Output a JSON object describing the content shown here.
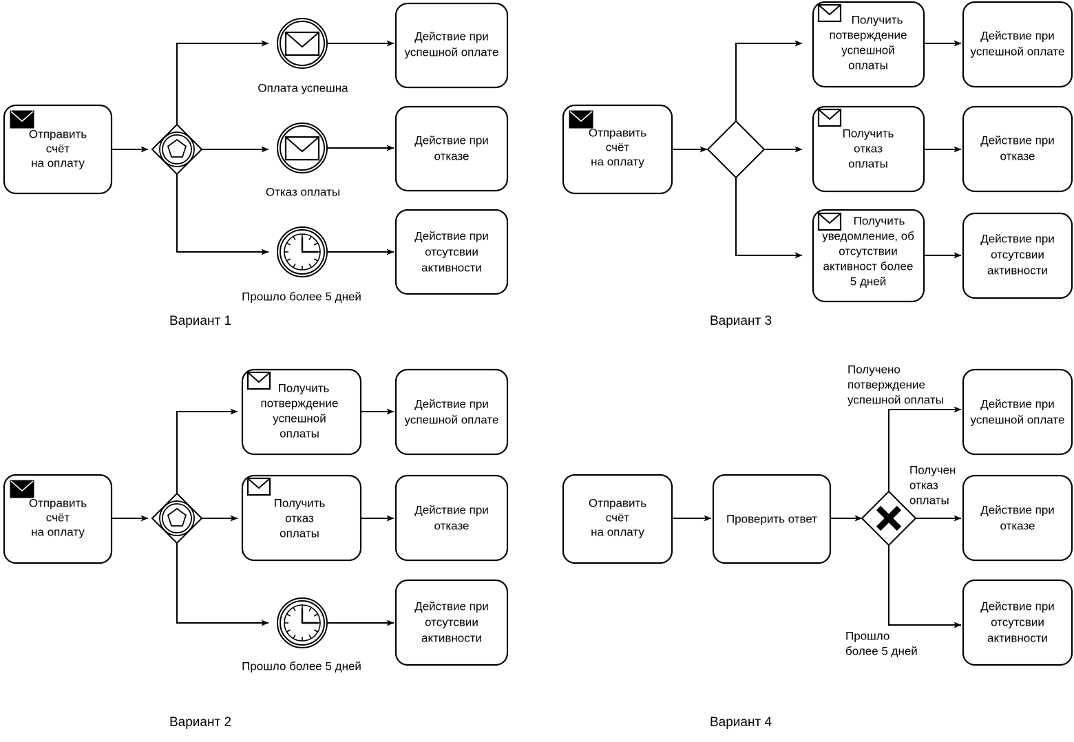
{
  "meta": {
    "title": "BPMN Варианты обработки оплаты счёта",
    "background": "#ffffff",
    "line_color": "#000000"
  },
  "labels": {
    "variant1": "Вариант 1",
    "variant2": "Вариант 2",
    "variant3": "Вариант 3",
    "variant4": "Вариант 4"
  },
  "common": {
    "send_invoice": [
      "Отправить",
      "счёт",
      "на оплату"
    ],
    "action_success": [
      "Действие при",
      "успешной оплате"
    ],
    "action_reject": [
      "Действие при",
      "отказе"
    ],
    "action_inactive": [
      "Действие при",
      "отсутсвии",
      "активности"
    ],
    "check_answer": [
      "Проверить ответ"
    ]
  },
  "variant1": {
    "name": "Вариант 1",
    "start_task": [
      "Отправить",
      "счёт",
      "на оплату"
    ],
    "gateway": {
      "type": "event-based-gateway",
      "icon": "pentagon-in-double-circle"
    },
    "events": [
      {
        "icon": "message-catch-event",
        "label": "Оплата успешна"
      },
      {
        "icon": "message-catch-event",
        "label": "Отказ оплаты"
      },
      {
        "icon": "timer-event",
        "label": "Прошло более 5 дней"
      }
    ],
    "results": [
      [
        "Действие при",
        "успешной оплате"
      ],
      [
        "Действие при",
        "отказе"
      ],
      [
        "Действие при",
        "отсутсвии",
        "активности"
      ]
    ]
  },
  "variant2": {
    "name": "Вариант 2",
    "start_task": [
      "Отправить",
      "счёт",
      "на оплату"
    ],
    "gateway": {
      "type": "event-based-gateway",
      "icon": "pentagon-in-double-circle"
    },
    "tasks": [
      {
        "icon": "receive-message-icon",
        "lines": [
          "Получить",
          "потверждение",
          "успешной",
          "оплаты"
        ]
      },
      {
        "icon": "receive-message-icon",
        "lines": [
          "Получить",
          "отказ",
          "оплаты"
        ]
      }
    ],
    "timer": {
      "icon": "timer-event",
      "label": "Прошло более 5 дней"
    },
    "results": [
      [
        "Действие при",
        "успешной оплате"
      ],
      [
        "Действие при",
        "отказе"
      ],
      [
        "Действие при",
        "отсутсвии",
        "активности"
      ]
    ]
  },
  "variant3": {
    "name": "Вариант 3",
    "start_task": [
      "Отправить",
      "счёт",
      "на оплату"
    ],
    "gateway": {
      "type": "plain-gateway",
      "icon": "empty-diamond"
    },
    "tasks": [
      {
        "icon": "receive-message-icon",
        "lines": [
          "Получить",
          "потверждение",
          "успешной",
          "оплаты"
        ]
      },
      {
        "icon": "receive-message-icon",
        "lines": [
          "Получить",
          "отказ",
          "оплаты"
        ]
      },
      {
        "icon": "receive-message-icon",
        "lines": [
          "Получить",
          "уведомление, об",
          "отсутствии",
          "активност более",
          "5 дней"
        ]
      }
    ],
    "results": [
      [
        "Действие при",
        "успешной оплате"
      ],
      [
        "Действие при",
        "отказе"
      ],
      [
        "Действие при",
        "отсутсвии",
        "активности"
      ]
    ]
  },
  "variant4": {
    "name": "Вариант 4",
    "start_task": [
      "Отправить",
      "счёт",
      "на оплату"
    ],
    "check_task": [
      "Проверить ответ"
    ],
    "gateway": {
      "type": "exclusive-gateway",
      "icon": "x-cross"
    },
    "edge_labels": [
      [
        "Получено",
        "потверждение",
        "успешной оплаты"
      ],
      [
        "Получен",
        "отказ",
        "оплаты"
      ],
      [
        "Прошло",
        "более 5 дней"
      ]
    ],
    "results": [
      [
        "Действие при",
        "успешной оплате"
      ],
      [
        "Действие при",
        "отказе"
      ],
      [
        "Действие при",
        "отсутсвии",
        "активности"
      ]
    ]
  }
}
